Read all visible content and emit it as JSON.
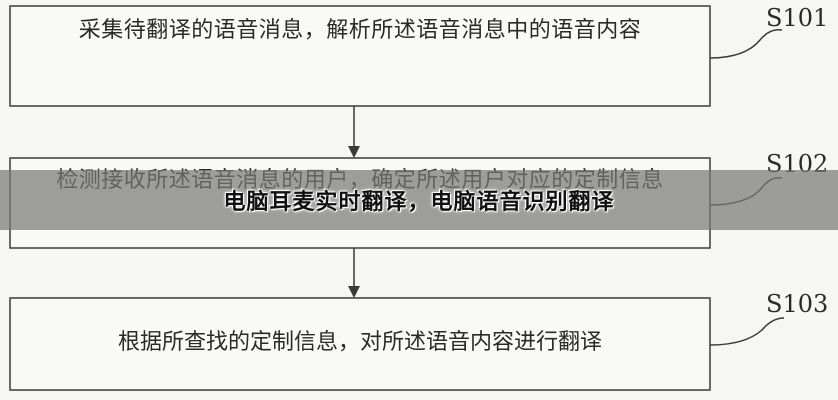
{
  "steps": [
    {
      "id": "S101",
      "text": "采集待翻译的语音消息，解析所述语音消息中的语音内容"
    },
    {
      "id": "S102",
      "text": "检测接收所述语音消息的用户，确定所述用户对应的定制信息"
    },
    {
      "id": "S103",
      "text": "根据所查找的定制信息，对所述语音内容进行翻译"
    }
  ],
  "banner": {
    "title": "电脑耳麦实时翻译，电脑语音识别翻译"
  },
  "colors": {
    "line": "#3a3a3a",
    "box_fill": "#f9f9f7",
    "banner_bg": "#7a7a7a"
  }
}
